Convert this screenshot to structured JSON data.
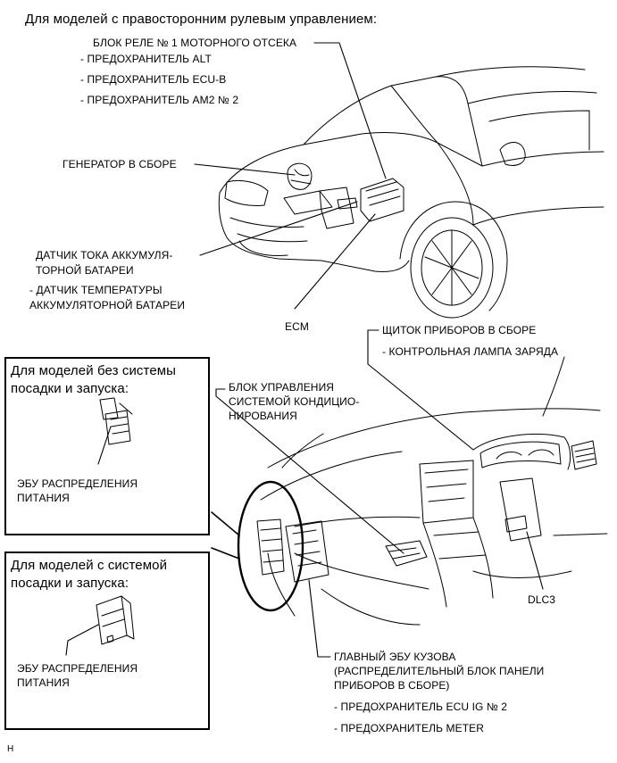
{
  "header": "Для моделей с правосторонним рулевым управлением:",
  "labels": {
    "relay_block": "БЛОК РЕЛЕ № 1 МОТОРНОГО ОТСЕКА",
    "fuse_alt": "- ПРЕДОХРАНИТЕЛЬ ALT",
    "fuse_ecub": "- ПРЕДОХРАНИТЕЛЬ ECU-B",
    "fuse_am2": "- ПРЕДОХРАНИТЕЛЬ AM2 № 2",
    "generator": "ГЕНЕРАТОР В СБОРЕ",
    "current_sensor_1": "ДАТЧИК ТОКА АККУМУЛЯ-",
    "current_sensor_2": "ТОРНОЙ БАТАРЕИ",
    "temp_sensor_1": "- ДАТЧИК ТЕМПЕРАТУРЫ",
    "temp_sensor_2": "АККУМУЛЯТОРНОЙ БАТАРЕИ",
    "ecm": "ECM",
    "meter": "ЩИТОК ПРИБОРОВ В СБОРЕ",
    "charge_lamp": "- КОНТРОЛЬНАЯ ЛАМПА ЗАРЯДА",
    "ac_1": "БЛОК УПРАВЛЕНИЯ",
    "ac_2": "СИСТЕМОЙ КОНДИЦИО-",
    "ac_3": "НИРОВАНИЯ",
    "dlc3": "DLC3",
    "main_body_1": "ГЛАВНЫЙ ЭБУ КУЗОВА",
    "main_body_2": "(РАСПРЕДЕЛИТЕЛЬНЫЙ БЛОК ПАНЕЛИ",
    "main_body_3": "ПРИБОРОВ В СБОРЕ)",
    "fuse_ecu_ig": "- ПРЕДОХРАНИТЕЛЬ ECU IG № 2",
    "fuse_meter": "- ПРЕДОХРАНИТЕЛЬ METER"
  },
  "box_no_entry": {
    "title_1": "Для моделей без системы",
    "title_2": "посадки и запуска:",
    "ecu_1": "ЭБУ РАСПРЕДЕЛЕНИЯ",
    "ecu_2": "ПИТАНИЯ"
  },
  "box_entry": {
    "title_1": "Для моделей с системой",
    "title_2": "посадки и запуска:",
    "ecu_1": "ЭБУ РАСПРЕДЕЛЕНИЯ",
    "ecu_2": "ПИТАНИЯ"
  },
  "ref_code": "H"
}
